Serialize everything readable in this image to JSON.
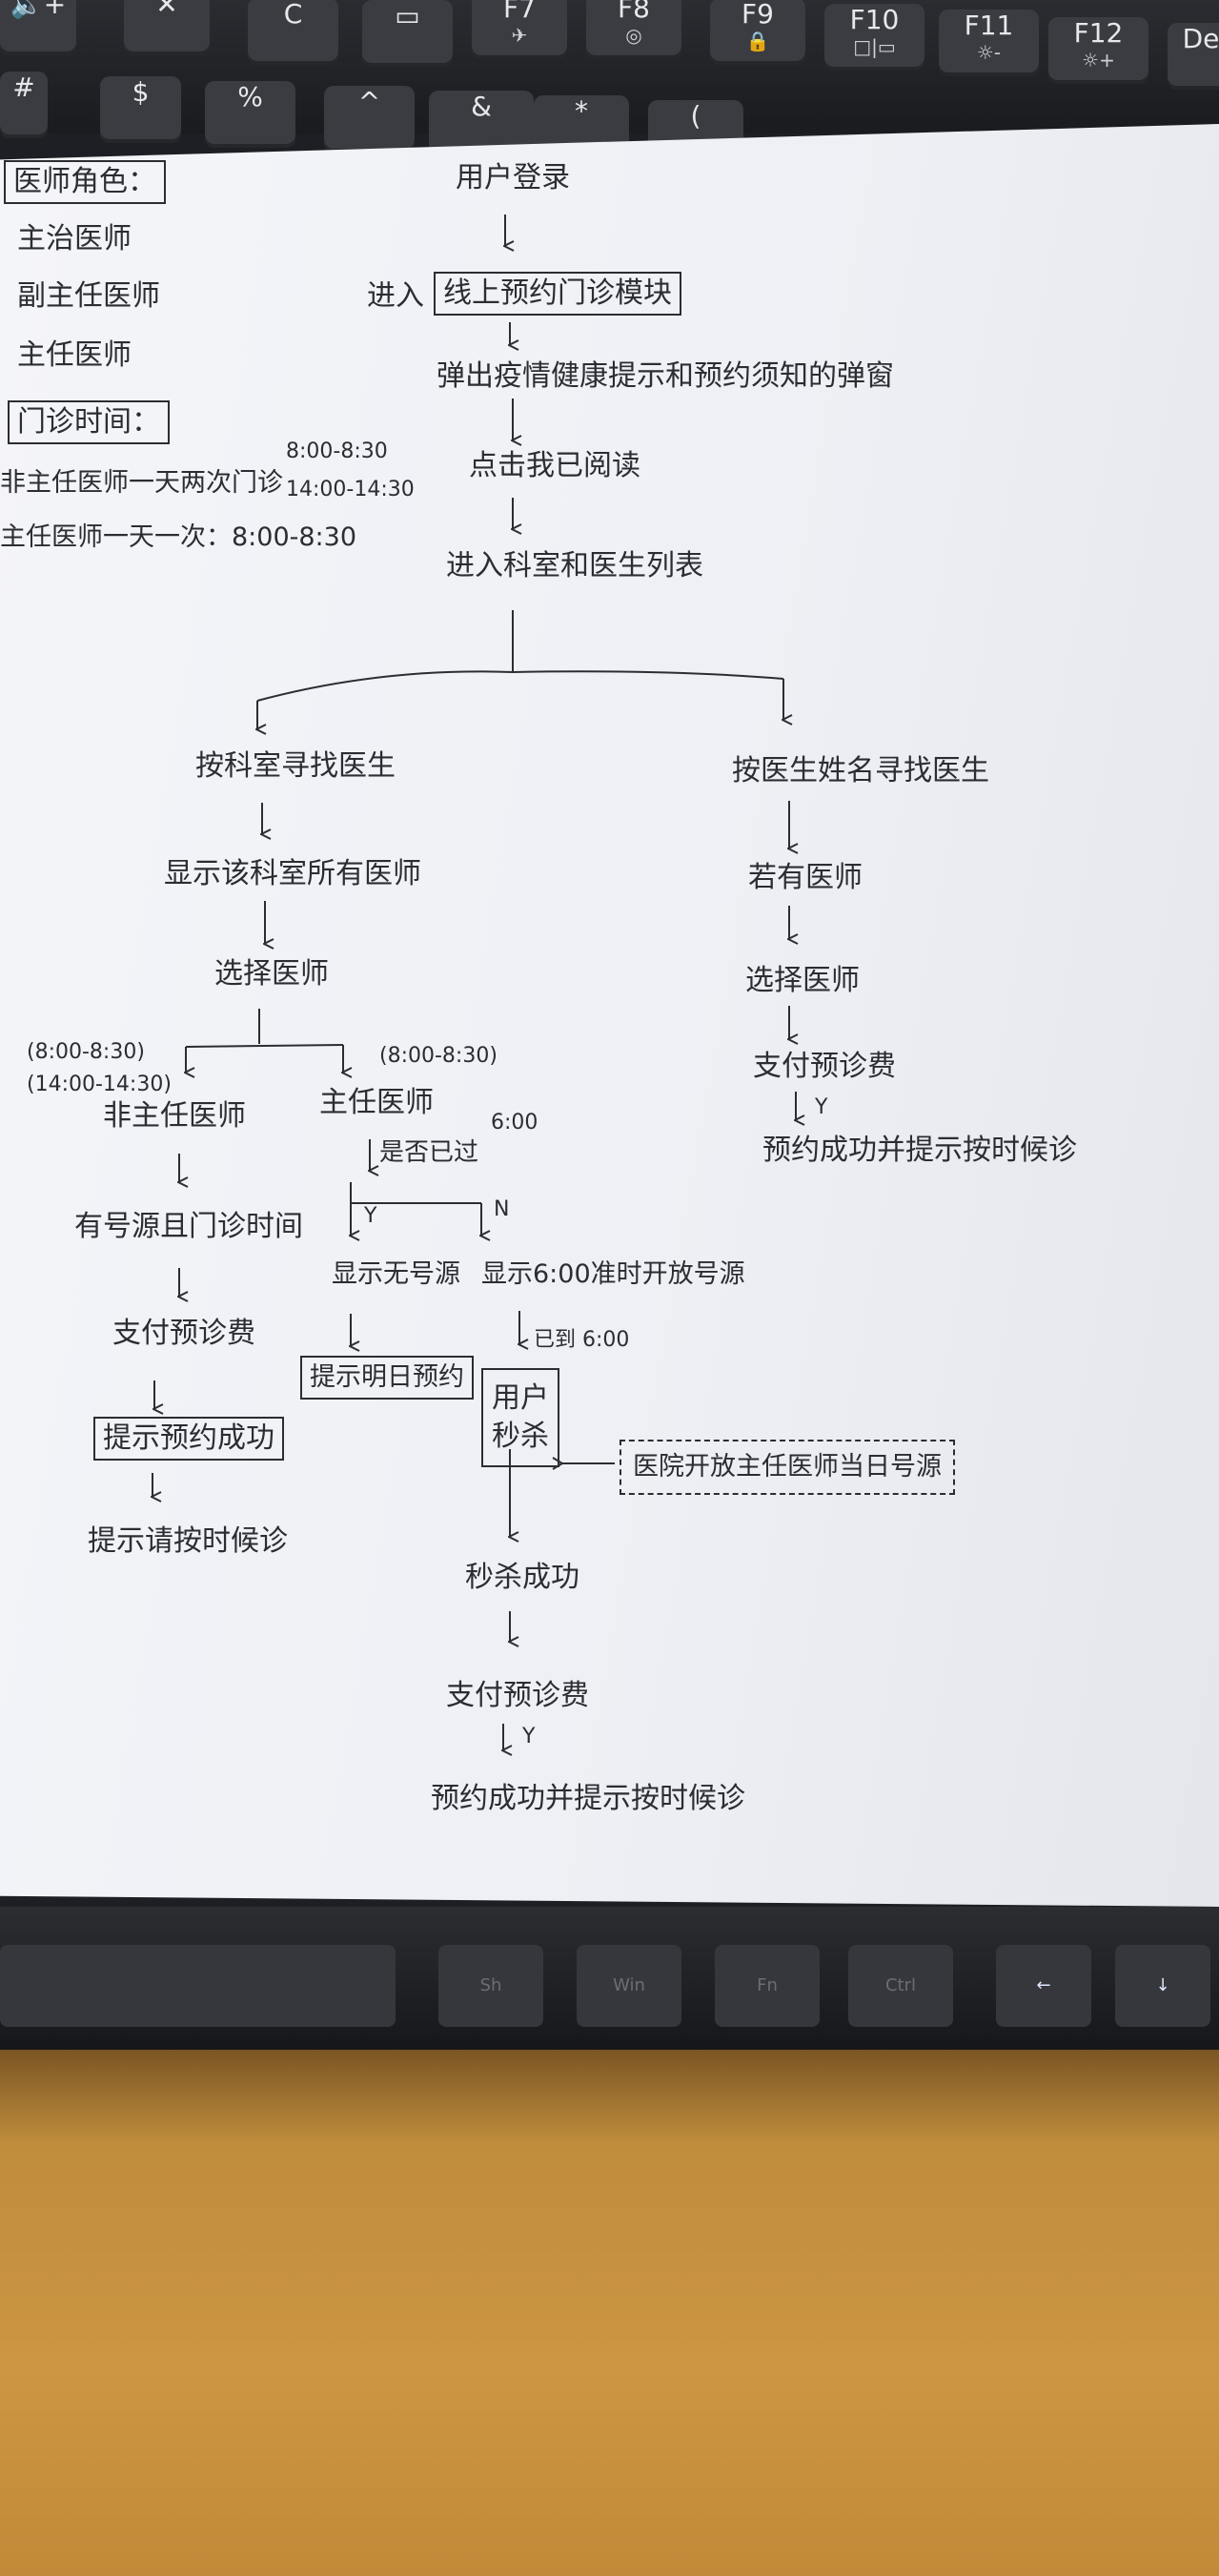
{
  "keyboard": {
    "fkeys": [
      {
        "id": "mute",
        "label": "",
        "icon": "speaker-mute-icon"
      },
      {
        "id": "mic",
        "label": "",
        "icon": "mic-off-icon"
      },
      {
        "id": "refresh",
        "label": "C",
        "icon": "refresh-icon"
      },
      {
        "id": "f6",
        "label": "",
        "icon": "screen-icon"
      },
      {
        "id": "f7",
        "label": "F7",
        "icon": "airplane-icon"
      },
      {
        "id": "f8",
        "label": "F8",
        "icon": "camera-icon"
      },
      {
        "id": "f9",
        "label": "F9",
        "icon": "lock-icon"
      },
      {
        "id": "f10",
        "label": "F10",
        "icon": "display-icon"
      },
      {
        "id": "f11",
        "label": "F11",
        "icon": "brightness-down-icon"
      },
      {
        "id": "f12",
        "label": "F12",
        "icon": "brightness-up-icon"
      },
      {
        "id": "del",
        "label": "De",
        "icon": ""
      }
    ],
    "sub_glyphs": {
      "f10": "□|▭",
      "f11": "☼-",
      "f12": "☼+"
    },
    "numrow": [
      "#",
      "$",
      "%",
      "^",
      "&",
      "*",
      "("
    ],
    "bottom": [
      "Sh",
      "Win",
      "Fn",
      "Ctrl",
      "←",
      "↓"
    ]
  },
  "notes": {
    "roles_title": "医师角色：",
    "roles": [
      "主治医师",
      "副主任医师",
      "主任医师"
    ],
    "hours_title": "门诊时间：",
    "hours_line1": "非主任医师一天两次门诊",
    "hours_line1_times": [
      "8:00-8:30",
      "14:00-14:30"
    ],
    "hours_line2": "主任医师一天一次：8:00-8:30"
  },
  "flow": {
    "n_login": "用户登录",
    "n_enter_label": "进入",
    "n_module": "线上预约门诊模块",
    "n_popup": "弹出疫情健康提示和预约须知的弹窗",
    "n_read": "点击我已阅读",
    "n_list": "进入科室和医生列表",
    "n_by_dept": "按科室寻找医生",
    "n_show_all": "显示该科室所有医师",
    "n_select_left": "选择医师",
    "n_times_nonchief": [
      "(8:00-8:30)",
      "(14:00-14:30)"
    ],
    "n_times_chief": "(8:00-8:30)",
    "n_nonchief": "非主任医师",
    "n_chief": "主任医师",
    "n_passed": "是否已过",
    "n_passed_time": "6:00",
    "y_label": "Y",
    "n_label": "N",
    "n_has_slot": "有号源且门诊时间",
    "n_pay_left": "支付预诊费",
    "n_success_box": "提示预约成功",
    "n_on_time_left": "提示请按时候诊",
    "n_no_slot": "显示无号源",
    "n_tomorrow": "提示明日预约",
    "n_show_open": "显示6:00准时开放号源",
    "n_reached": "已到 6:00",
    "n_grab": "用户秒杀",
    "n_hospital": "医院开放主任医师当日号源",
    "n_grab_ok": "秒杀成功",
    "n_pay_center": "支付预诊费",
    "n_final": "预约成功并提示按时候诊",
    "n_by_name": "按医生姓名寻找医生",
    "n_have_doc": "若有医师",
    "n_select_right": "选择医师",
    "n_pay_right": "支付预诊费",
    "n_success_right": "预约成功并提示按时候诊"
  }
}
